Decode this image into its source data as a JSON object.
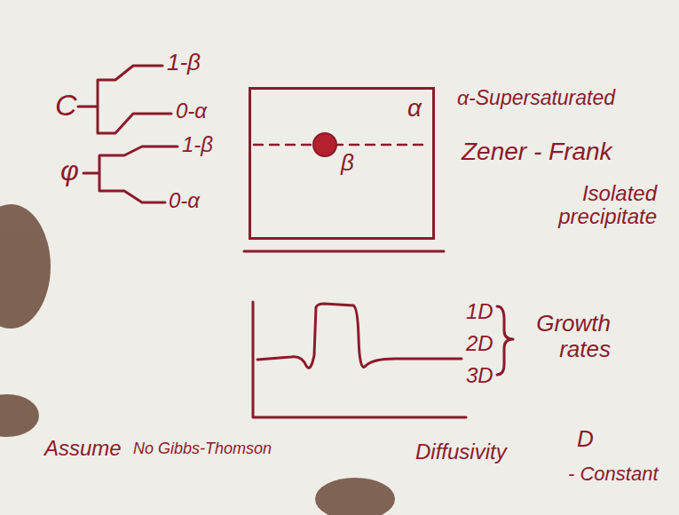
{
  "diagram": {
    "nodes": [
      {
        "text": [
          "α"
        ]
      },
      {
        "text": [
          "β"
        ],
        "in": 0
      }
    ],
    "labels": [
      "C",
      "1-β",
      "0-α",
      "φ",
      "1-β",
      "0-α",
      "α-Supersaturated",
      "Zener - Frank",
      "Isolated precipitate",
      "1D",
      "2D",
      "3D",
      "Growth rates",
      "Assume",
      "No Gibbs-Thomson",
      "Diffusivity",
      "D",
      "- Constant"
    ]
  }
}
